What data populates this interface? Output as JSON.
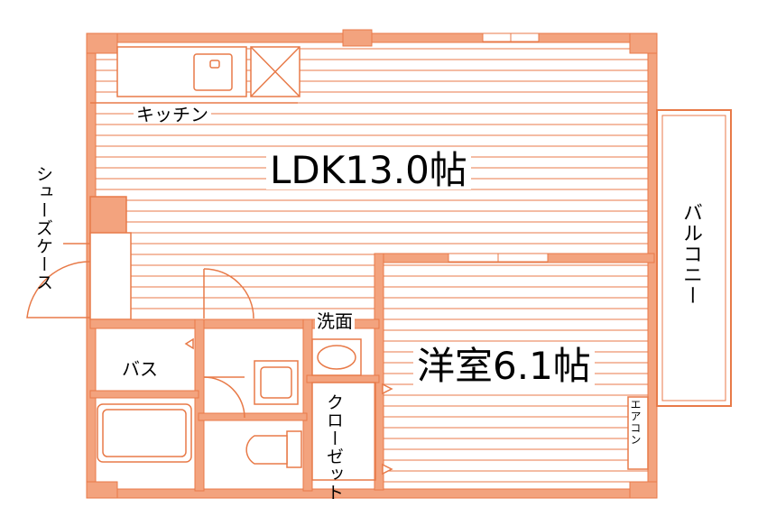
{
  "floorplan": {
    "colors": {
      "wall": "#f3a37e",
      "line": "#e87a48",
      "bg": "#ffffff",
      "text": "#000000"
    },
    "labels": {
      "kitchen": "キッチン",
      "ldk": "LDK13.0帖",
      "shoe_case": "シューズケース",
      "balcony": "バルコニー",
      "washroom": "洗面",
      "bath": "バス",
      "western_room": "洋室6.1帖",
      "closet": "クローゼット",
      "aircon": "エアコン"
    }
  }
}
